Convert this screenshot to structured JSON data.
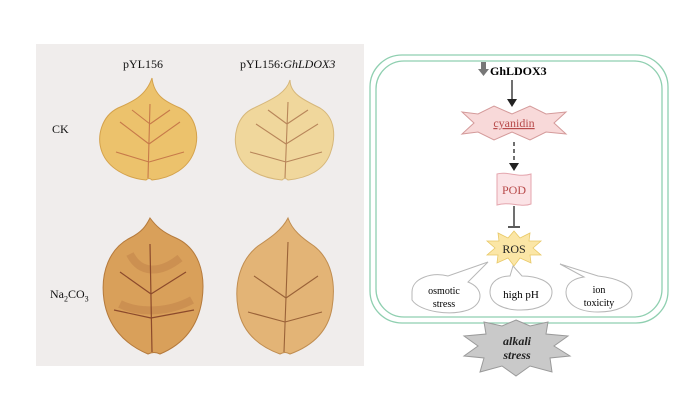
{
  "photo_panel": {
    "col_labels": [
      "pYL156",
      "pYL156:",
      "GhLDOX3"
    ],
    "row_labels": {
      "ck": "CK",
      "na2co3": [
        "Na",
        "2",
        "CO",
        "3"
      ]
    }
  },
  "diagram": {
    "gene": "GhLDOX3",
    "cyanidin": "cyanidin",
    "pod": "POD",
    "ros": "ROS",
    "effects": [
      [
        "osmotic",
        "stress"
      ],
      [
        "high pH"
      ],
      [
        "ion",
        "toxicity"
      ]
    ],
    "alkali": [
      "alkali",
      "stress"
    ],
    "colors": {
      "cell_border": "#8fcfb0",
      "cyanidin_fill": "#f8d9d9",
      "cyanidin_text": "#b84a4a",
      "pod_fill": "#fbe3e6",
      "ros_fill": "#fbe6a6",
      "alkali_fill": "#c9c9c9",
      "gene_arrow": "#777777"
    }
  }
}
